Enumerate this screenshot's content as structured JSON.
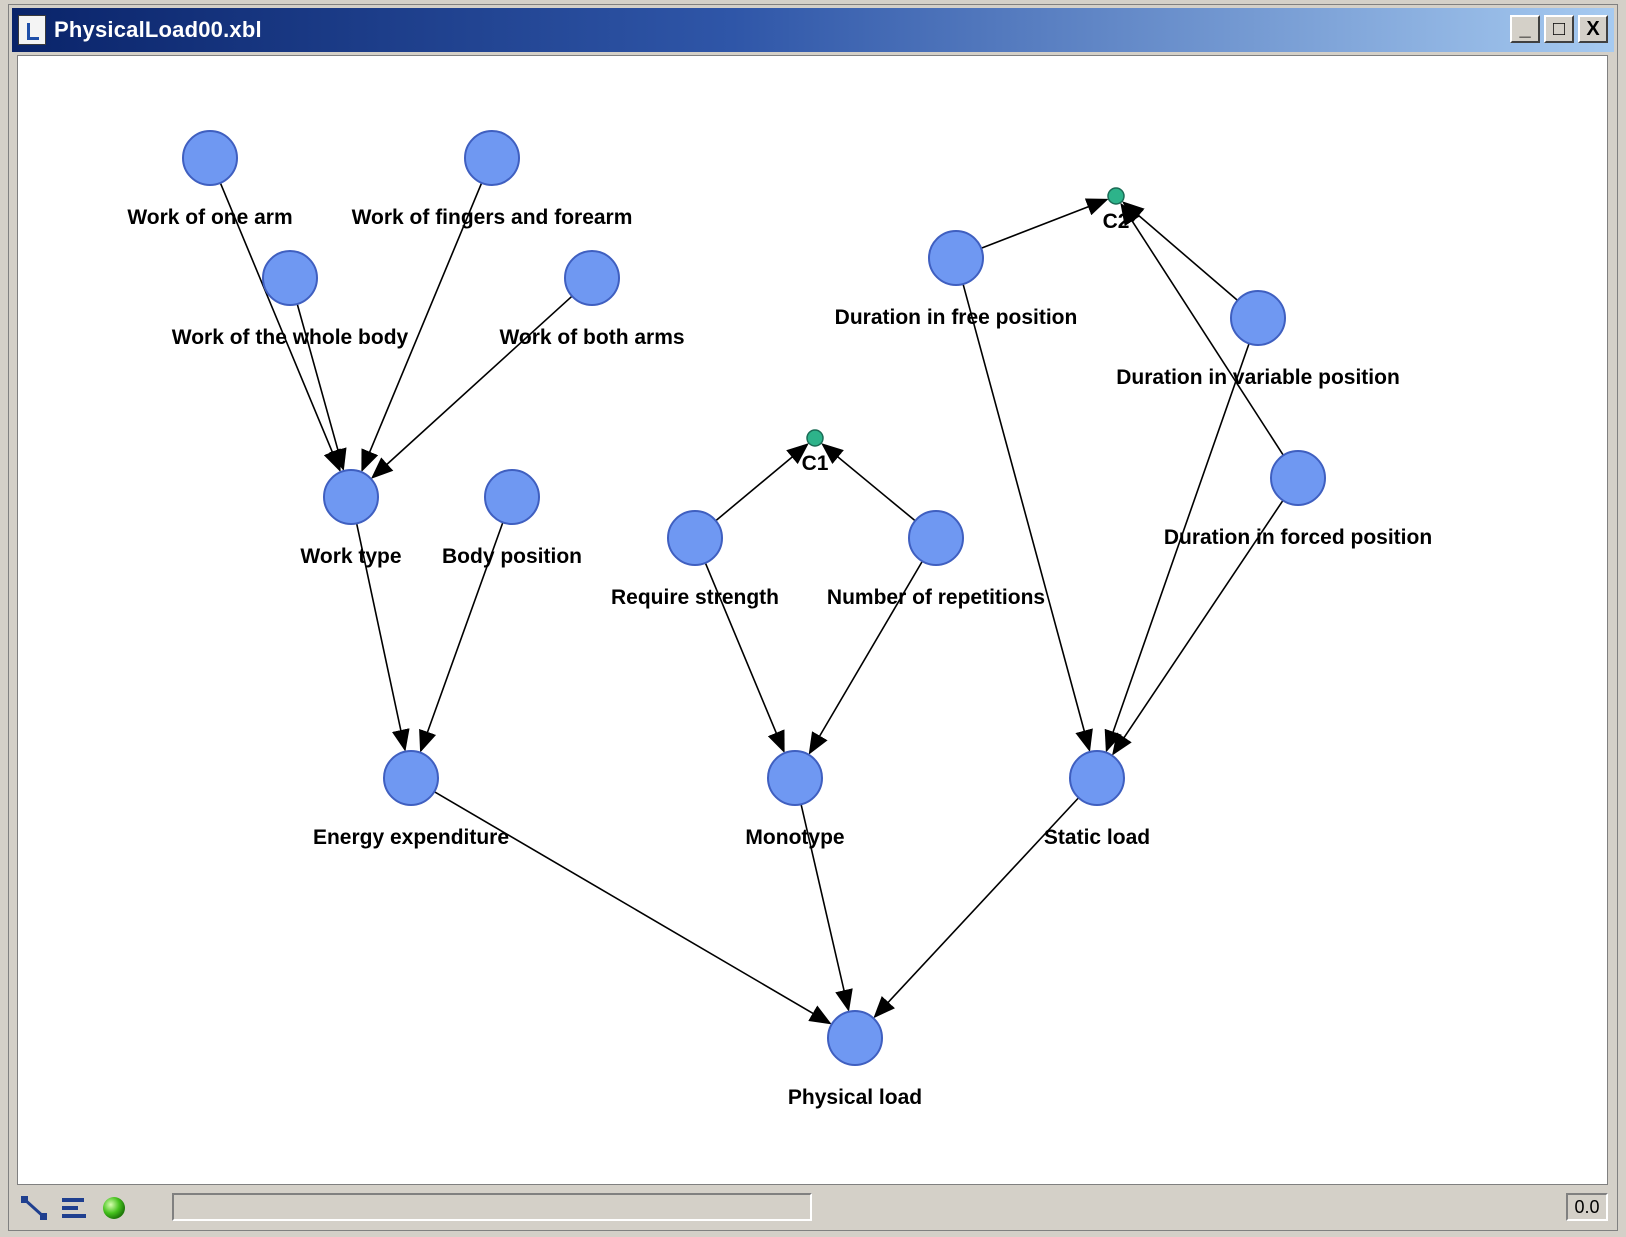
{
  "window": {
    "title": "PhysicalLoad00.xbl",
    "minimize_label": "_",
    "maximize_label": "□",
    "close_label": "X"
  },
  "statusbar": {
    "zoom": "0.0",
    "icons": [
      "edge-tool-icon",
      "layout-icon",
      "green-status-icon"
    ]
  },
  "colors": {
    "node_fill": "#6f98f2",
    "node_stroke": "#3f5fc0",
    "connector_fill": "#2db38a",
    "edge": "#000000"
  },
  "graph": {
    "nodes": [
      {
        "id": "work-of-one-arm",
        "label": "Work of one arm",
        "kind": "node"
      },
      {
        "id": "work-of-fingers-and-forearm",
        "label": "Work of fingers and forearm",
        "kind": "node"
      },
      {
        "id": "work-of-the-whole-body",
        "label": "Work of the whole body",
        "kind": "node"
      },
      {
        "id": "work-of-both-arms",
        "label": "Work of both arms",
        "kind": "node"
      },
      {
        "id": "work-type",
        "label": "Work type",
        "kind": "node"
      },
      {
        "id": "body-position",
        "label": "Body position",
        "kind": "node"
      },
      {
        "id": "c1",
        "label": "C1",
        "kind": "connector"
      },
      {
        "id": "require-strength",
        "label": "Require strength",
        "kind": "node"
      },
      {
        "id": "number-of-repetitions",
        "label": "Number of repetitions",
        "kind": "node"
      },
      {
        "id": "c2",
        "label": "C2",
        "kind": "connector"
      },
      {
        "id": "duration-in-free-position",
        "label": "Duration in free position",
        "kind": "node"
      },
      {
        "id": "duration-in-variable-position",
        "label": "Duration in variable position",
        "kind": "node"
      },
      {
        "id": "duration-in-forced-position",
        "label": "Duration in forced position",
        "kind": "node"
      },
      {
        "id": "energy-expenditure",
        "label": "Energy expenditure",
        "kind": "node"
      },
      {
        "id": "monotype",
        "label": "Monotype",
        "kind": "node"
      },
      {
        "id": "static-load",
        "label": "Static load",
        "kind": "node"
      },
      {
        "id": "physical-load",
        "label": "Physical load",
        "kind": "node"
      }
    ],
    "edges": [
      {
        "from": "work-of-one-arm",
        "to": "work-type"
      },
      {
        "from": "work-of-the-whole-body",
        "to": "work-type"
      },
      {
        "from": "work-of-fingers-and-forearm",
        "to": "work-type"
      },
      {
        "from": "work-of-both-arms",
        "to": "work-type"
      },
      {
        "from": "work-type",
        "to": "energy-expenditure"
      },
      {
        "from": "body-position",
        "to": "energy-expenditure"
      },
      {
        "from": "require-strength",
        "to": "c1"
      },
      {
        "from": "number-of-repetitions",
        "to": "c1"
      },
      {
        "from": "require-strength",
        "to": "monotype"
      },
      {
        "from": "number-of-repetitions",
        "to": "monotype"
      },
      {
        "from": "duration-in-free-position",
        "to": "c2"
      },
      {
        "from": "duration-in-variable-position",
        "to": "c2"
      },
      {
        "from": "duration-in-forced-position",
        "to": "c2"
      },
      {
        "from": "duration-in-free-position",
        "to": "static-load"
      },
      {
        "from": "duration-in-variable-position",
        "to": "static-load"
      },
      {
        "from": "duration-in-forced-position",
        "to": "static-load"
      },
      {
        "from": "energy-expenditure",
        "to": "physical-load"
      },
      {
        "from": "monotype",
        "to": "physical-load"
      },
      {
        "from": "static-load",
        "to": "physical-load"
      }
    ]
  }
}
